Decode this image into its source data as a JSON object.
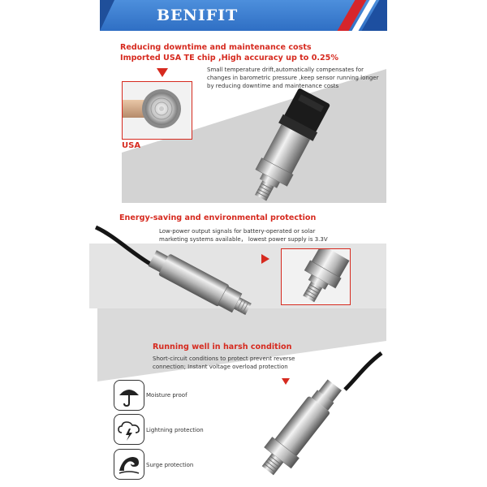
{
  "header": {
    "title": "BENIFIT"
  },
  "section1": {
    "heading_line1": "Reducing downtime and maintenance costs",
    "heading_line2": "Imported USA TE chip ,High accuracy up to 0.25%",
    "body_line1": "Small temperature drift,automatically compensates for",
    "body_line2": "changes in barometric pressure ,keep sensor running longer",
    "body_line3": "by reducing downtime and maintenance costs",
    "badge": "USA"
  },
  "section2": {
    "heading": "Energy-saving and environmental protection",
    "body_line1": "Low-power output signals for battery-operated or solar",
    "body_line2": "marketing systems available， lowest power supply is 3.3V"
  },
  "section3": {
    "heading": "Running well in harsh condition",
    "body_line1": "Short-circuit conditions to protect prevent reverse",
    "body_line2": "connection; Instant voltage overload protection"
  },
  "features": [
    {
      "label": "Moisture proof",
      "icon": "umbrella-icon"
    },
    {
      "label": "Lightning protection",
      "icon": "lightning-cloud-icon"
    },
    {
      "label": "Surge protection",
      "icon": "wave-icon"
    }
  ],
  "colors": {
    "accent": "#d62a1f",
    "header_blue": "#3c7fd2",
    "band_gray": "#d5d5d5"
  }
}
